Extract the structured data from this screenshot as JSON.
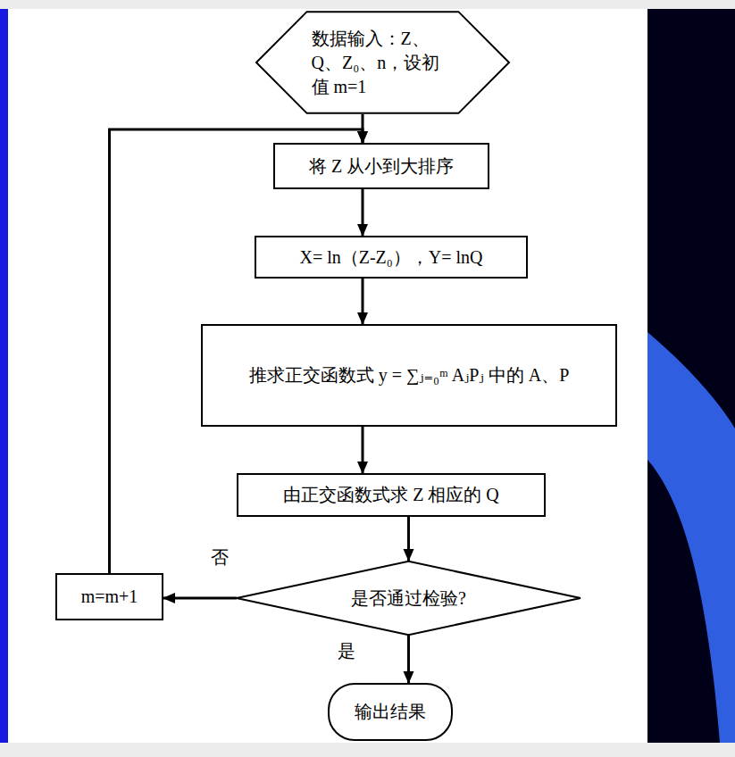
{
  "diagram": {
    "nodes": [
      {
        "text": [
          "数据输入：Z、Q、Z₀、n，设初值 m=1"
        ]
      },
      {
        "text": [
          "将 Z 从小到大排序"
        ]
      },
      {
        "text": [
          "X= ln（Z-Z₀），Y= lnQ"
        ]
      },
      {
        "text": [
          "推求正交函数式 y = ∑ⱼ₌₀ᵐ AⱼPⱼ 中的 A、P"
        ]
      },
      {
        "text": [
          "由正交函数式求 Z 相应的 Q"
        ]
      },
      {
        "text": [
          "是否通过检验?"
        ]
      },
      {
        "text": [
          "m=m+1"
        ]
      },
      {
        "text": [
          "输出结果"
        ]
      }
    ],
    "edges": [
      {
        "from": 0,
        "to": 1,
        "arrow": "to"
      },
      {
        "from": 1,
        "to": 2,
        "arrow": "to"
      },
      {
        "from": 2,
        "to": 3,
        "arrow": "to"
      },
      {
        "from": 3,
        "to": 4,
        "arrow": "to"
      },
      {
        "from": 4,
        "to": 5,
        "arrow": "to"
      },
      {
        "from": 5,
        "to": 6,
        "label": "否",
        "arrow": "to"
      },
      {
        "from": 6,
        "to": 1,
        "arrow": "to"
      },
      {
        "from": 5,
        "to": 7,
        "label": "是",
        "arrow": "to"
      }
    ]
  }
}
